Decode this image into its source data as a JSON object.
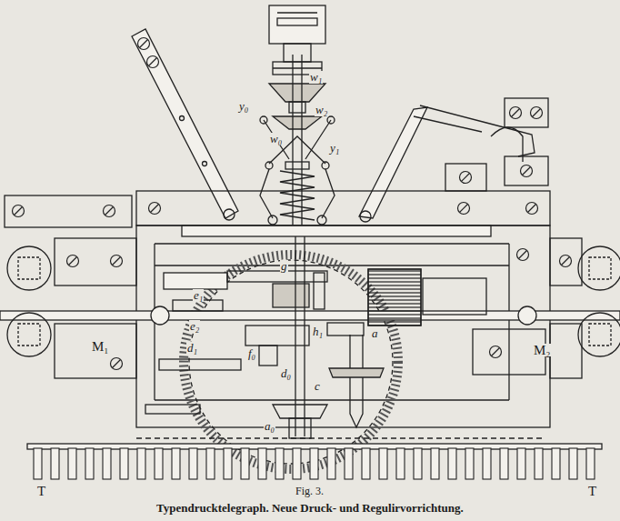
{
  "diagram": {
    "caption": "Typendrucktelegraph. Neue Druck- und Regulirvorrichtung.",
    "labels": [
      "Fig. 3.",
      "w₁",
      "y₀",
      "w₂",
      "w₀",
      "y₁",
      "e₁",
      "e₂",
      "g",
      "h₁",
      "a",
      "d₁",
      "f₀",
      "d₀",
      "c",
      "a₀",
      "M₁",
      "M₂",
      "T",
      "T"
    ]
  }
}
